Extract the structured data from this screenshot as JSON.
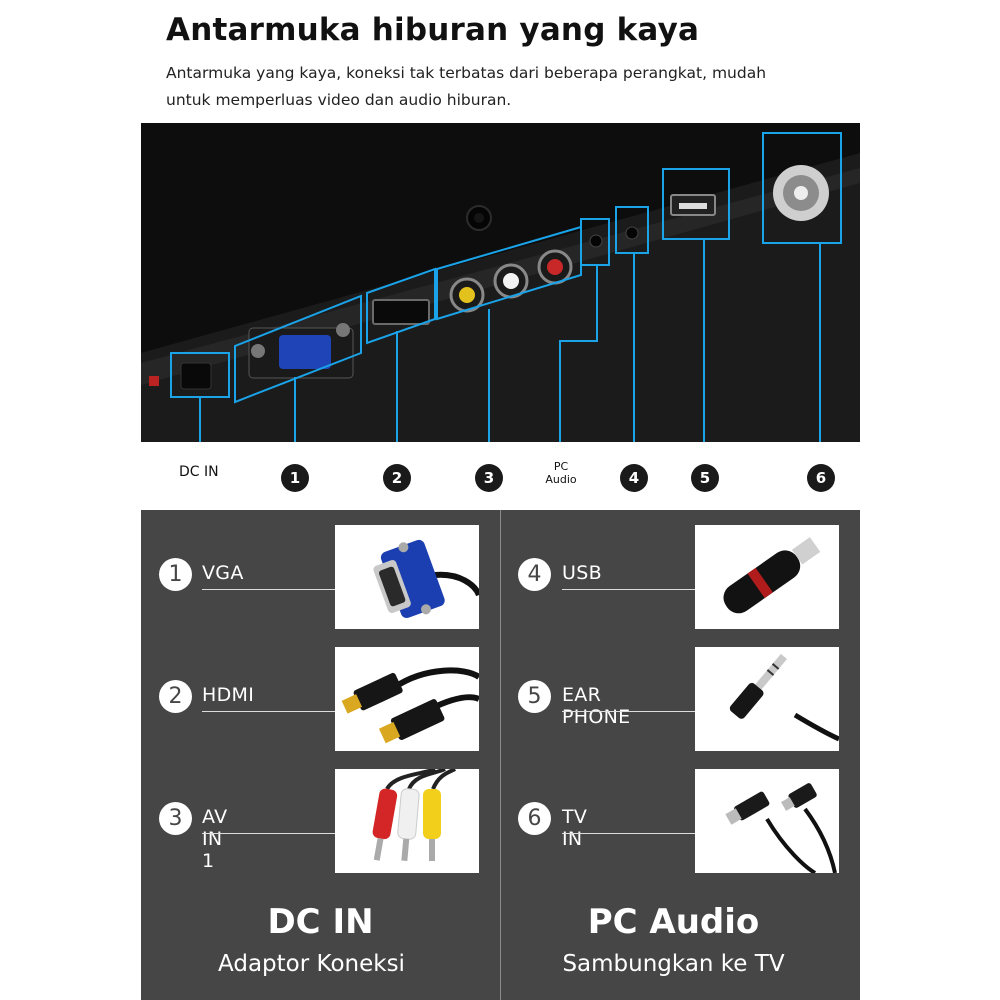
{
  "header": {
    "title": "Antarmuka hiburan yang kaya",
    "description": "Antarmuka yang kaya, koneksi tak terbatas dari beberapa perangkat, mudah untuk memperluas video dan audio hiburan."
  },
  "accent_color": "#1aa3e8",
  "port_labels": {
    "dc_in": "DC IN",
    "pc_audio_line1": "PC",
    "pc_audio_line2": "Audio",
    "markers": [
      "1",
      "2",
      "3",
      "4",
      "5",
      "6"
    ]
  },
  "ports_left": [
    {
      "num": "1",
      "label": "VGA",
      "icon": "vga-cable-icon"
    },
    {
      "num": "2",
      "label": "HDMI",
      "icon": "hdmi-cable-icon"
    },
    {
      "num": "3",
      "label": "AV IN 1",
      "icon": "rca-cable-icon"
    }
  ],
  "ports_right": [
    {
      "num": "4",
      "label": "USB",
      "icon": "usb-drive-icon"
    },
    {
      "num": "5",
      "label": "EAR PHONE",
      "icon": "audio-jack-icon"
    },
    {
      "num": "6",
      "label": "TV IN",
      "icon": "antenna-cable-icon"
    }
  ],
  "footer": {
    "left_title": "DC IN",
    "left_subtitle": "Adaptor Koneksi",
    "right_title": "PC Audio",
    "right_subtitle": "Sambungkan ke TV"
  }
}
